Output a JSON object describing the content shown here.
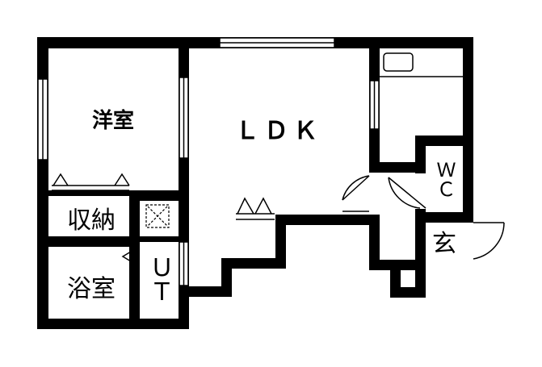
{
  "plan": {
    "wall_color": "#000000",
    "background": "#ffffff",
    "rooms": {
      "western_room": "洋室",
      "ldk": "ＬＤＫ",
      "storage": "収納",
      "bathroom": "浴室",
      "utility": "ＵＴ",
      "toilet": "ＷＣ",
      "entrance": "玄"
    }
  }
}
